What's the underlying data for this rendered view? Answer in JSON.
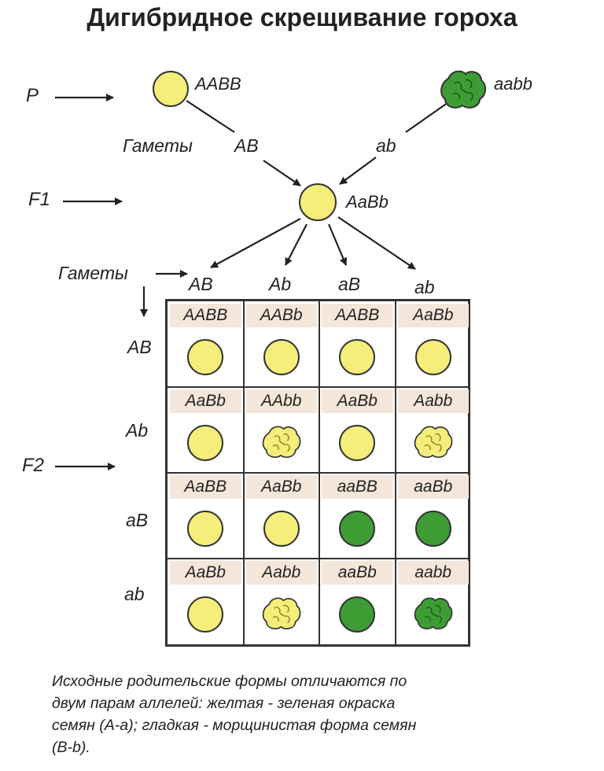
{
  "title": "Дигибридное скрещивание гороха",
  "generations": {
    "p": "P",
    "f1": "F1",
    "f2": "F2"
  },
  "gametes_label": "Гаметы",
  "parents": [
    {
      "genotype": "AABB",
      "phenotype": "yellow-smooth",
      "color": "#f5ee7a"
    },
    {
      "genotype": "aabb",
      "phenotype": "green-wrinkled",
      "color": "#3e9c35"
    }
  ],
  "parent_gametes": [
    "AB",
    "ab"
  ],
  "f1": {
    "genotype": "AaBb",
    "phenotype": "yellow-smooth"
  },
  "f1_gametes": [
    "AB",
    "Ab",
    "aB",
    "ab"
  ],
  "punnett": {
    "col_gametes": [
      "AB",
      "Ab",
      "aB",
      "ab"
    ],
    "row_gametes": [
      "AB",
      "Ab",
      "aB",
      "ab"
    ],
    "rows": [
      [
        {
          "genotype": "AABB",
          "phenotype": "yellow-smooth"
        },
        {
          "genotype": "AABb",
          "phenotype": "yellow-smooth"
        },
        {
          "genotype": "AABB",
          "phenotype": "yellow-smooth"
        },
        {
          "genotype": "AaBb",
          "phenotype": "yellow-smooth"
        }
      ],
      [
        {
          "genotype": "AaBb",
          "phenotype": "yellow-smooth"
        },
        {
          "genotype": "AAbb",
          "phenotype": "yellow-wrinkled"
        },
        {
          "genotype": "AaBb",
          "phenotype": "yellow-smooth"
        },
        {
          "genotype": "Aabb",
          "phenotype": "yellow-wrinkled"
        }
      ],
      [
        {
          "genotype": "AaBB",
          "phenotype": "yellow-smooth"
        },
        {
          "genotype": "AaBb",
          "phenotype": "yellow-smooth"
        },
        {
          "genotype": "aaBB",
          "phenotype": "green-smooth"
        },
        {
          "genotype": "aaBb",
          "phenotype": "green-smooth"
        }
      ],
      [
        {
          "genotype": "AaBb",
          "phenotype": "yellow-smooth"
        },
        {
          "genotype": "Aabb",
          "phenotype": "yellow-wrinkled"
        },
        {
          "genotype": "aaBb",
          "phenotype": "green-smooth"
        },
        {
          "genotype": "aabb",
          "phenotype": "green-wrinkled"
        }
      ]
    ]
  },
  "caption_lines": [
    "Исходные родительские формы отличаются по",
    "двум парам аллелей: желтая - зеленая окраска",
    "семян (А-а); гладкая - морщинистая форма семян",
    "(B-b)."
  ],
  "colors": {
    "yellow": "#f5ee7a",
    "green": "#3e9c35",
    "header_bg": "#f4e7d9"
  }
}
